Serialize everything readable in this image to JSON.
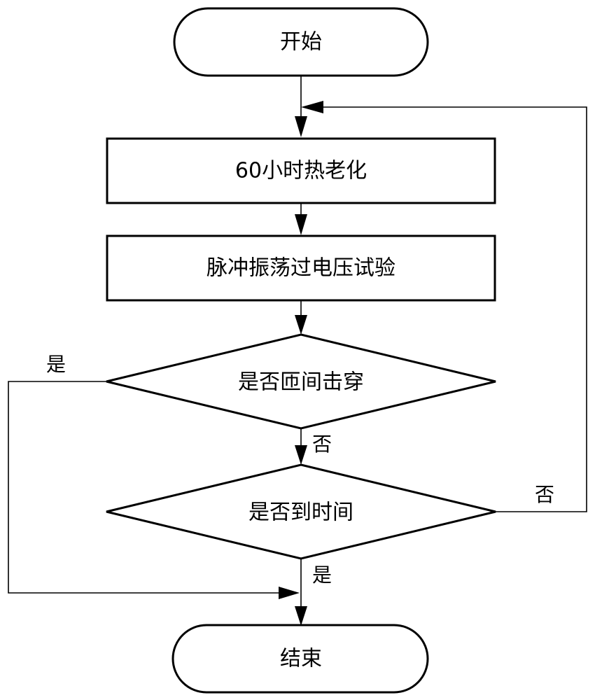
{
  "diagram": {
    "nodes": {
      "start": "开始",
      "aging": "60小时热老化",
      "test": "脉冲振荡过电压试验",
      "check_breakdown": "是否匝间击穿",
      "check_time": "是否到时间",
      "end": "结束"
    },
    "edges": {
      "breakdown_yes": "是",
      "breakdown_no": "否",
      "time_no": "否",
      "time_yes": "是"
    },
    "colors": {
      "stroke": "#000000",
      "fill": "#ffffff"
    }
  }
}
